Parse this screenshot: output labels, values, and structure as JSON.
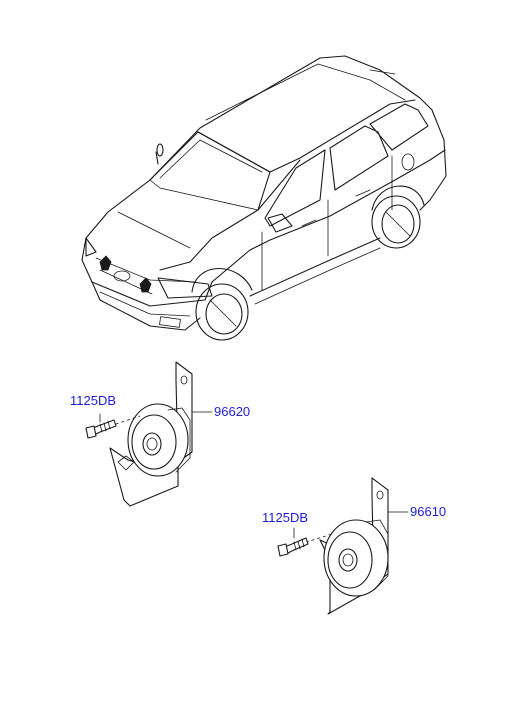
{
  "labels": {
    "bolt_upper": "1125DB",
    "horn_low": "96620",
    "bolt_lower": "1125DB",
    "horn_high": "96610"
  },
  "colors": {
    "label_text": "#1d1dd6",
    "line_art": "#1a1a1a",
    "background": "#ffffff"
  }
}
